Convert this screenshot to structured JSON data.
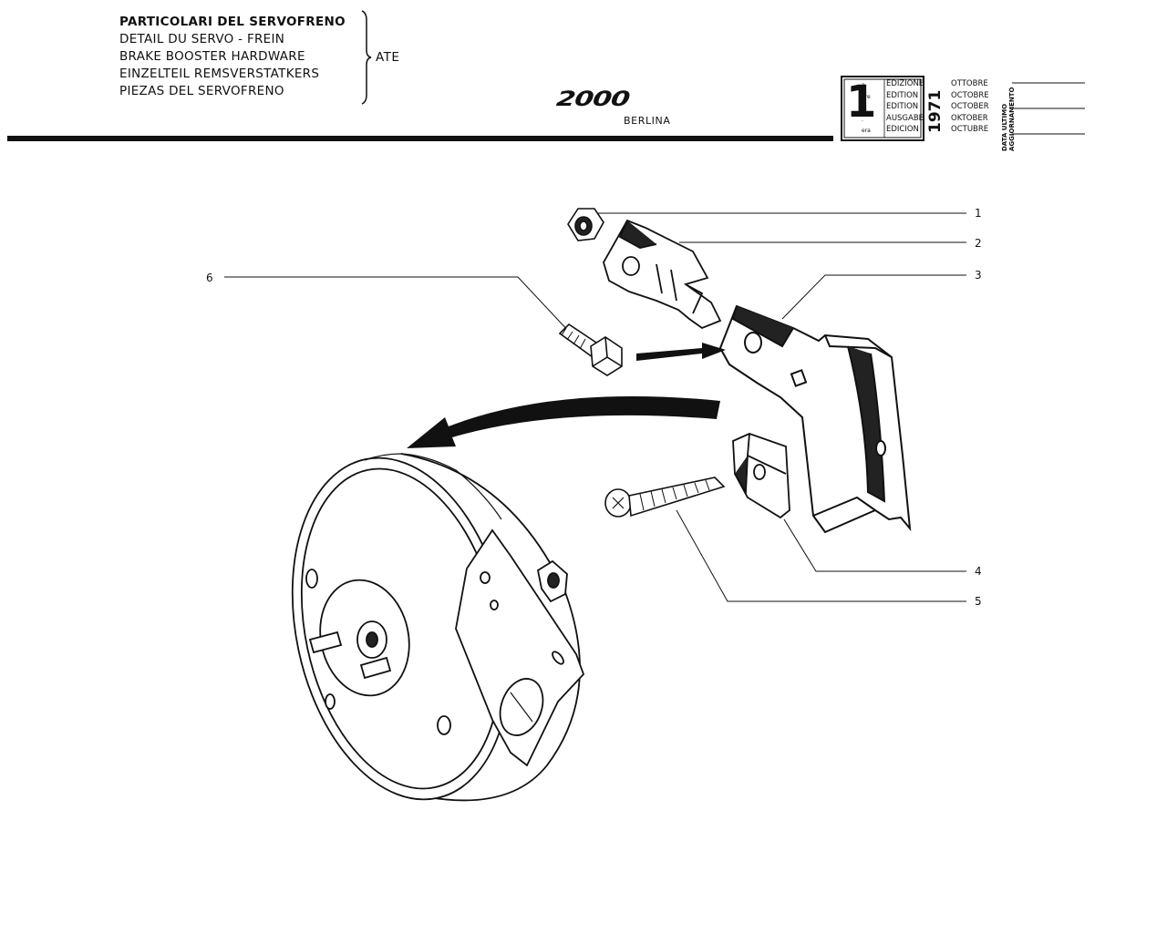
{
  "header": {
    "titles": [
      "PARTICOLARI DEL SERVOFRENO",
      "DETAIL DU SERVO - FREIN",
      "BRAKE BOOSTER HARDWARE",
      "EINZELTEIL REMSVERSTATKERS",
      "PIEZAS DEL SERVOFRENO"
    ],
    "brace_label": "ATE",
    "model": "2000",
    "model_subtitle": "BERLINA"
  },
  "edition": {
    "number": "1",
    "suffixes": [
      "a",
      "ere",
      "st",
      ".",
      "era"
    ],
    "labels": [
      "EDIZIONE",
      "EDITION",
      "EDITION",
      "AUSGABE",
      "EDICION"
    ],
    "months": [
      "OTTOBRE",
      "OCTOBRE",
      "OCTOBER",
      "OKTOBER",
      "OCTUBRE"
    ],
    "year": "1971",
    "update_label_line1": "DATA ULTIMO",
    "update_label_line2": "AGGIORNAMENTO"
  },
  "callouts": [
    "1",
    "2",
    "3",
    "4",
    "5",
    "6"
  ]
}
